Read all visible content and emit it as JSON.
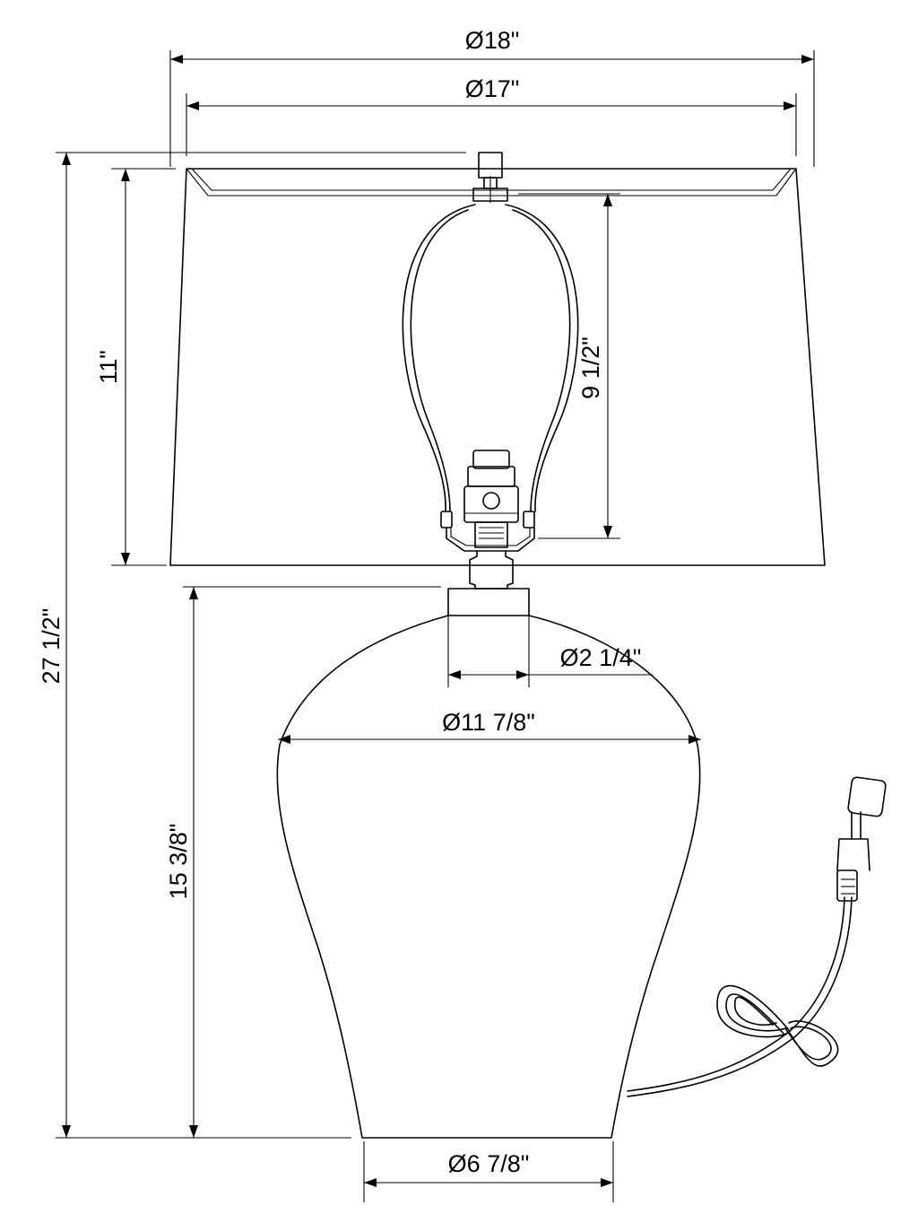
{
  "dimensions": {
    "shade_top_diameter": "Ø18\"",
    "shade_inner_diameter": "Ø17\"",
    "shade_height": "11\"",
    "harp_height": "9 1/2\"",
    "overall_height": "27 1/2\"",
    "neck_diameter": "Ø2 1/4\"",
    "body_diameter": "Ø11 7/8\"",
    "base_height": "15 3/8\"",
    "foot_diameter": "Ø6 7/8\""
  }
}
